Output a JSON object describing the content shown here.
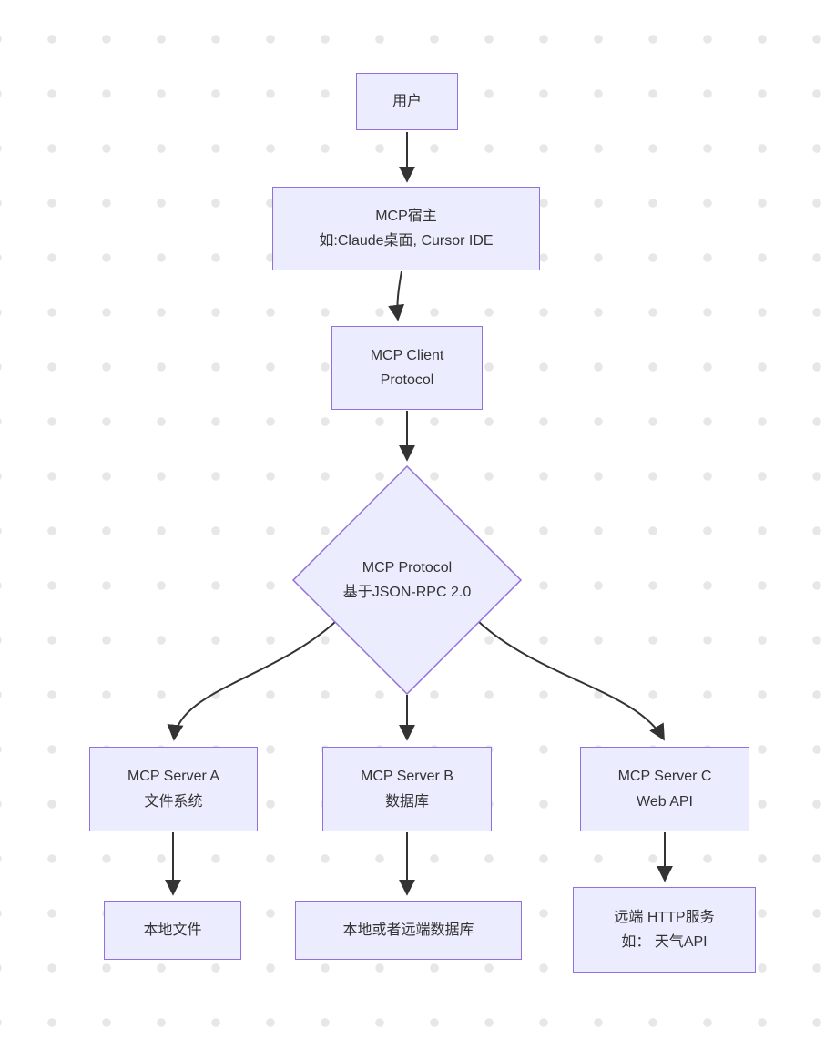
{
  "diagram": {
    "type": "flowchart",
    "direction": "top-down",
    "nodes": {
      "user": {
        "label": "用户",
        "shape": "rect"
      },
      "host": {
        "line1": "MCP宿主",
        "line2": "如:Claude桌面, Cursor IDE",
        "shape": "rect"
      },
      "client": {
        "line1": "MCP Client",
        "line2": "Protocol",
        "shape": "rect"
      },
      "protocol": {
        "line1": "MCP Protocol",
        "line2": "基于JSON-RPC 2.0",
        "shape": "diamond"
      },
      "server_a": {
        "line1": "MCP Server A",
        "line2": "文件系统",
        "shape": "rect"
      },
      "server_b": {
        "line1": "MCP Server B",
        "line2": "数据库",
        "shape": "rect"
      },
      "server_c": {
        "line1": "MCP Server C",
        "line2": "Web API",
        "shape": "rect"
      },
      "local_files": {
        "label": "本地文件",
        "shape": "rect"
      },
      "database": {
        "label": "本地或者远端数据库",
        "shape": "rect"
      },
      "http_service": {
        "line1": "远端 HTTP服务",
        "line2": "如： 天气API",
        "shape": "rect"
      }
    },
    "edges": [
      {
        "from": "user",
        "to": "host",
        "arrow": true
      },
      {
        "from": "host",
        "to": "client",
        "arrow": true
      },
      {
        "from": "client",
        "to": "protocol",
        "arrow": true
      },
      {
        "from": "protocol",
        "to": "server_a",
        "arrow": true
      },
      {
        "from": "protocol",
        "to": "server_b",
        "arrow": true
      },
      {
        "from": "protocol",
        "to": "server_c",
        "arrow": true
      },
      {
        "from": "server_a",
        "to": "local_files",
        "arrow": true
      },
      {
        "from": "server_b",
        "to": "database",
        "arrow": true
      },
      {
        "from": "server_c",
        "to": "http_service",
        "arrow": true
      }
    ],
    "colors": {
      "node_fill": "#ECECFF",
      "node_border": "#9370DB",
      "edge": "#333333",
      "text": "#333333",
      "background": "#ffffff",
      "grid_dot": "#e7e7e7"
    }
  }
}
